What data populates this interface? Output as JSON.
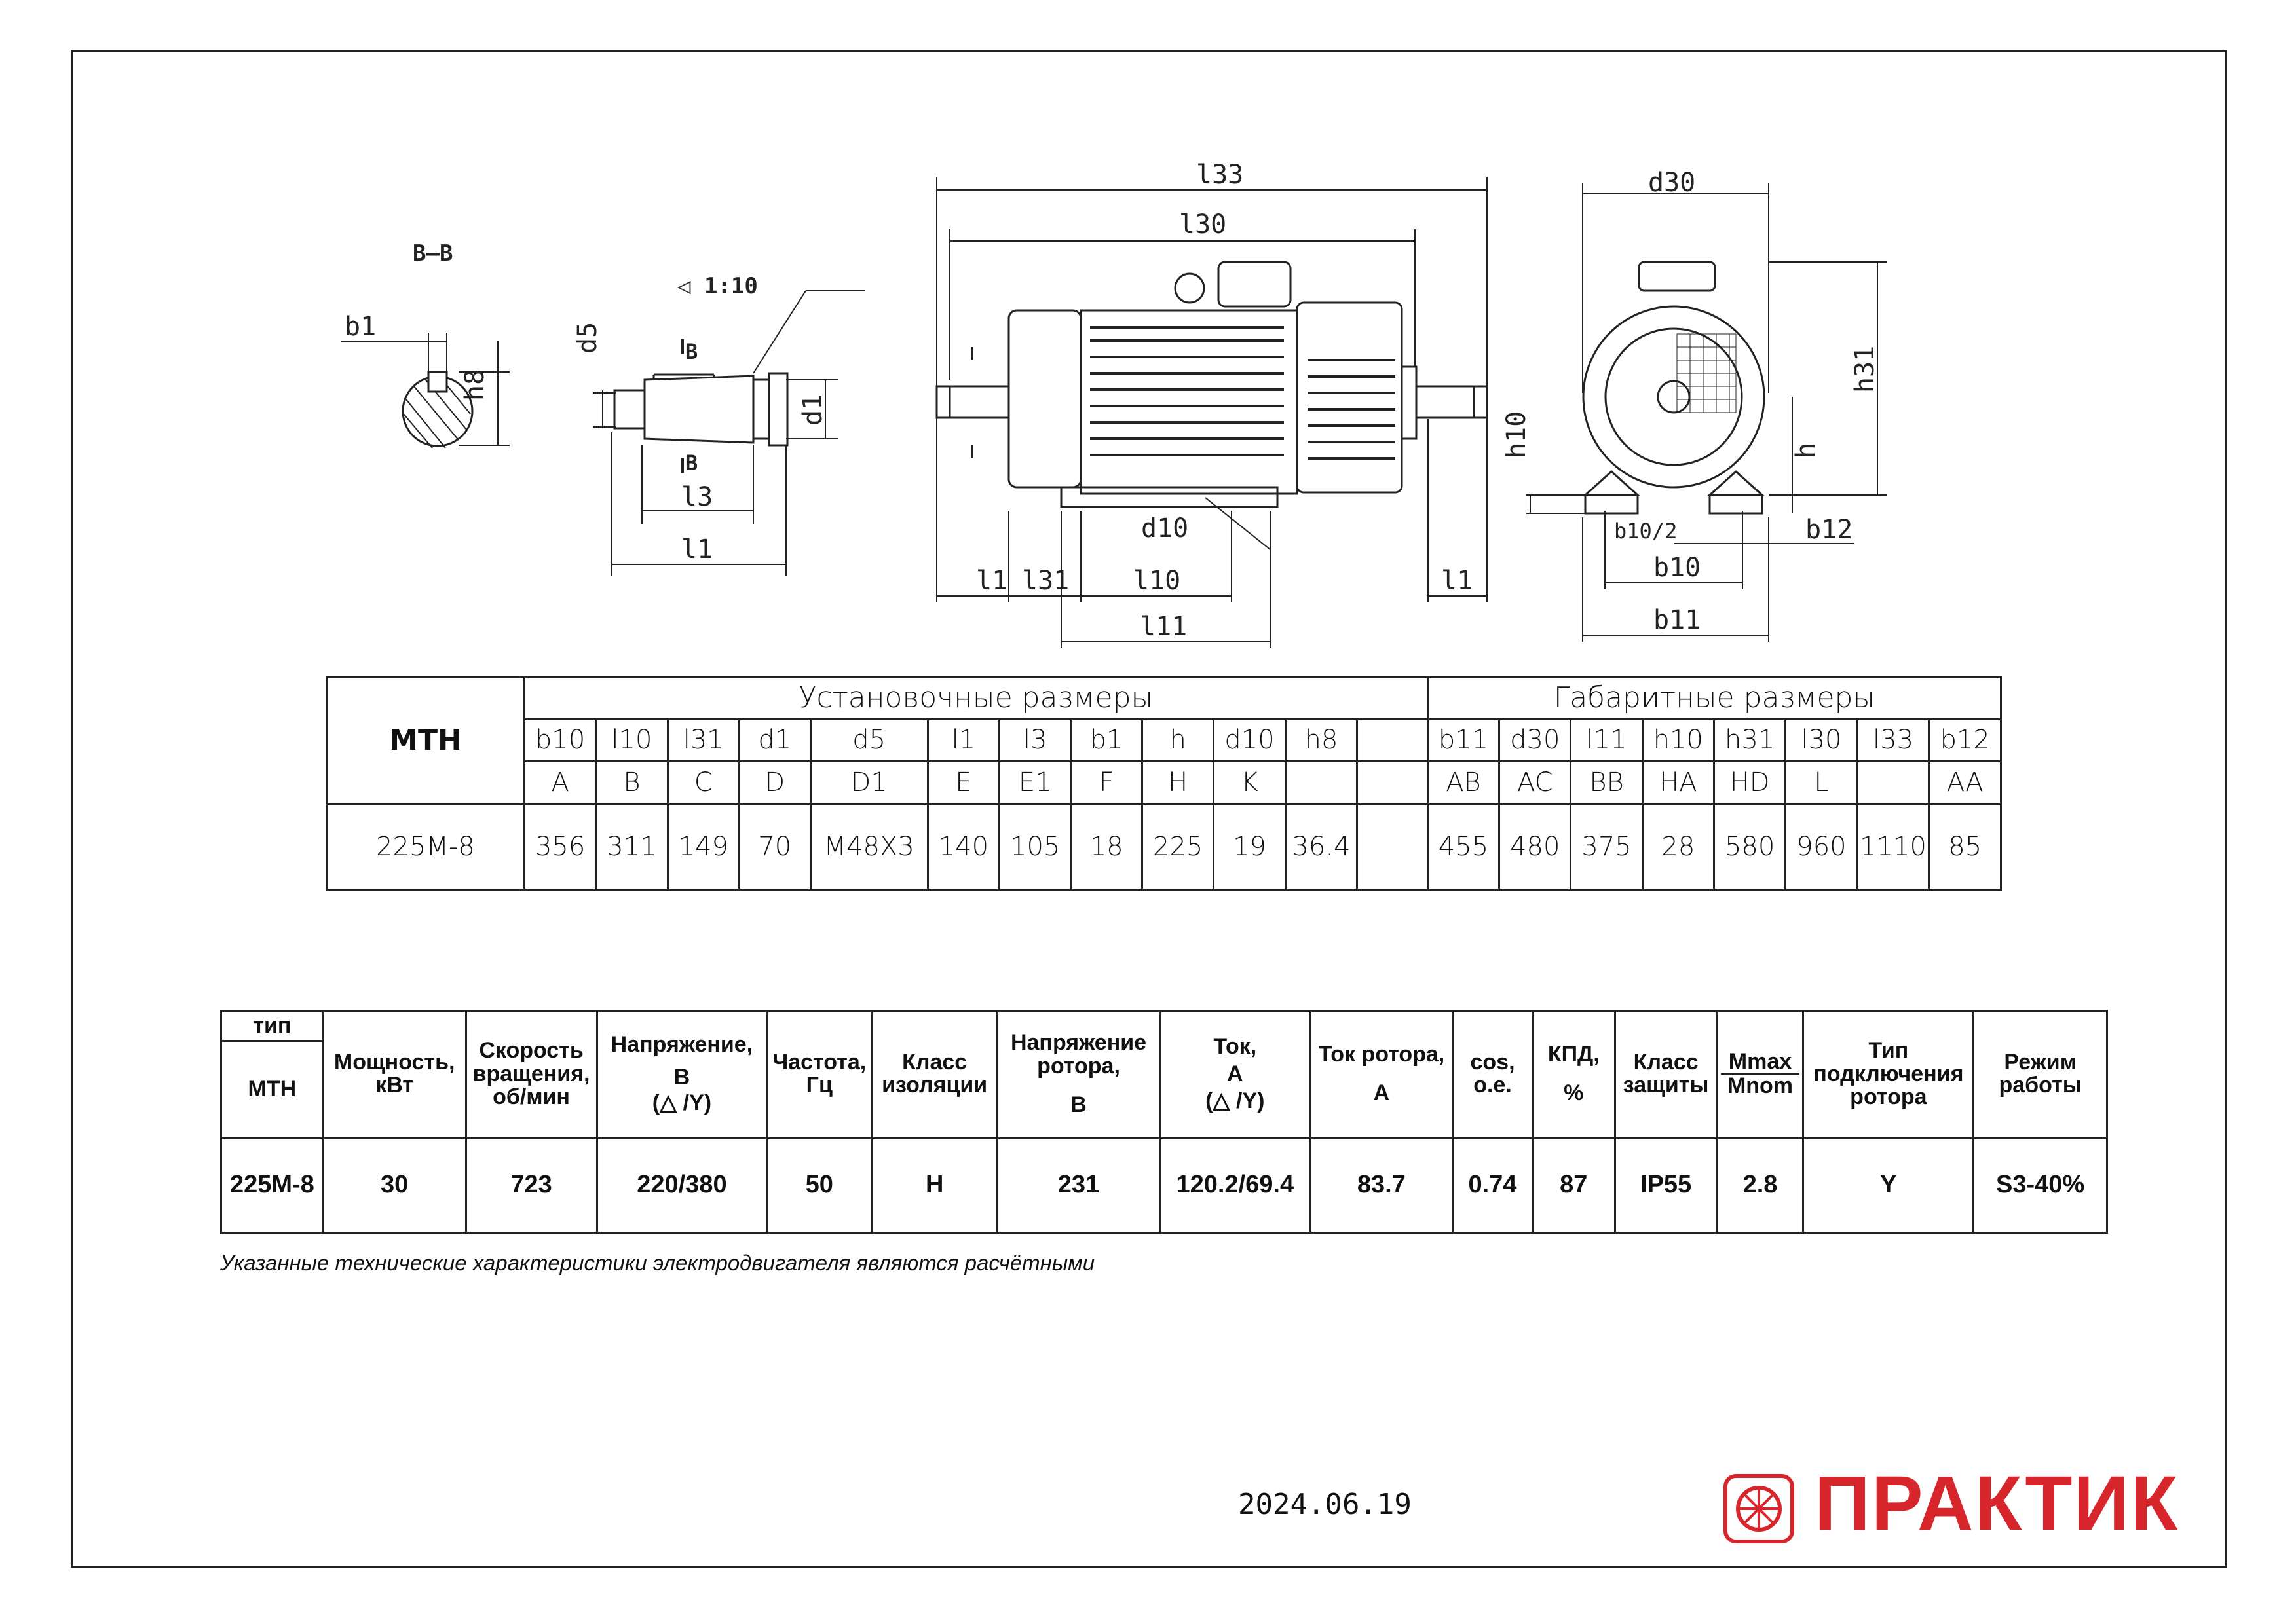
{
  "drawing": {
    "section_label": "B–B",
    "taper_label": "◁ 1:10",
    "section_mark": "B",
    "view_mark": "I",
    "dims": {
      "b1": "b1",
      "h8": "h8",
      "d5": "d5",
      "d1": "d1",
      "l3": "l3",
      "l1": "l1",
      "l33": "l33",
      "l30": "l30",
      "l31": "l31",
      "l10": "l10",
      "l11": "l11",
      "d10": "d10",
      "d30": "d30",
      "h31": "h31",
      "h10": "h10",
      "h": "h",
      "b10_2": "b10/2",
      "b12": "b12",
      "b10": "b10",
      "b11": "b11"
    }
  },
  "dim_table": {
    "model_header": "MTH",
    "install_title": "Установочные размеры",
    "overall_title": "Габаритные размеры",
    "install_cols": [
      "b10",
      "l10",
      "l31",
      "d1",
      "d5",
      "l1",
      "l3",
      "b1",
      "h",
      "d10",
      "h8",
      ""
    ],
    "install_codes": [
      "A",
      "B",
      "C",
      "D",
      "D1",
      "E",
      "E1",
      "F",
      "H",
      "K",
      "",
      ""
    ],
    "install_vals": [
      "356",
      "311",
      "149",
      "70",
      "M48X3",
      "140",
      "105",
      "18",
      "225",
      "19",
      "36.4",
      ""
    ],
    "overall_cols": [
      "b11",
      "d30",
      "l11",
      "h10",
      "h31",
      "l30",
      "l33",
      "b12"
    ],
    "overall_codes": [
      "AB",
      "AC",
      "BB",
      "HA",
      "HD",
      "L",
      "",
      "AA"
    ],
    "overall_vals": [
      "455",
      "480",
      "375",
      "28",
      "580",
      "960",
      "1110",
      "85"
    ],
    "model": "225M-8"
  },
  "spec_table": {
    "type_label": "тип",
    "series": "MTH",
    "headers": {
      "power": "Мощность, кВт",
      "speed": "Скорость вращения, об/мин",
      "voltage_a": "Напряжение,",
      "voltage_b": "В",
      "voltage_c": "(△ /Y)",
      "freq": "Частота, Гц",
      "insul": "Класс изоляции",
      "rotor_v_a": "Напряжение ротора,",
      "rotor_v_b": "В",
      "current_a": "Ток,",
      "current_b": "А",
      "current_c": "(△ /Y)",
      "rotor_i_a": "Ток ротора,",
      "rotor_i_b": "А",
      "cos": "cos, o.e.",
      "eff_a": "КПД,",
      "eff_b": "%",
      "protect": "Класс защиты",
      "mmax": "Mmax",
      "mnom": "Mnom",
      "rotor_conn": "Тип подключения ротора",
      "mode": "Режим работы"
    },
    "row": {
      "model": "225M-8",
      "power": "30",
      "speed": "723",
      "voltage": "220/380",
      "freq": "50",
      "insul": "H",
      "rotor_v": "231",
      "current": "120.2/69.4",
      "rotor_i": "83.7",
      "cos": "0.74",
      "eff": "87",
      "protect": "IP55",
      "torque": "2.8",
      "rotor_conn": "Y",
      "mode": "S3-40%"
    }
  },
  "note": "Указанные технические характеристики электродвигателя являются расчётными",
  "date": "2024.06.19",
  "brand": {
    "name": "ПРАКТИК",
    "color": "#d7262b"
  }
}
